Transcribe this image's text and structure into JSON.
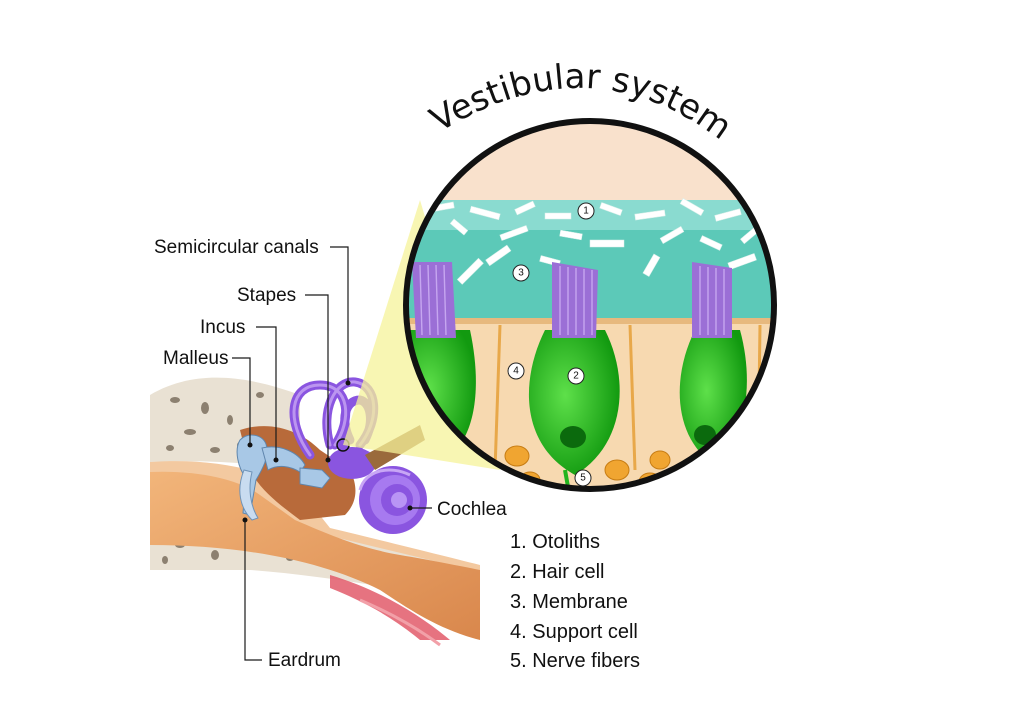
{
  "title": "Vestibular system",
  "labels": {
    "semicircular_canals": "Semicircular canals",
    "stapes": "Stapes",
    "incus": "Incus",
    "malleus": "Malleus",
    "cochlea": "Cochlea",
    "eardrum": "Eardrum"
  },
  "markers": {
    "otoliths": "1",
    "hair_cell": "2",
    "membrane": "3",
    "support_cell": "4",
    "nerve_fibers": "5"
  },
  "legend": [
    "1. Otoliths",
    "2. Hair cell",
    "3. Membrane",
    "4. Support cell",
    "5. Nerve fibers"
  ],
  "colors": {
    "membrane": "#5cc9b8",
    "hair_cell": "#22b41e",
    "stereocilia": "#9b6fd6",
    "support_cell": "#f7d9b0",
    "ear_canal": "#e8a86a",
    "bone": "#e9e1d3",
    "labyrinth": "#8a55e0",
    "ossicles": "#a8c8e6",
    "highlight": "#f6f39a"
  }
}
